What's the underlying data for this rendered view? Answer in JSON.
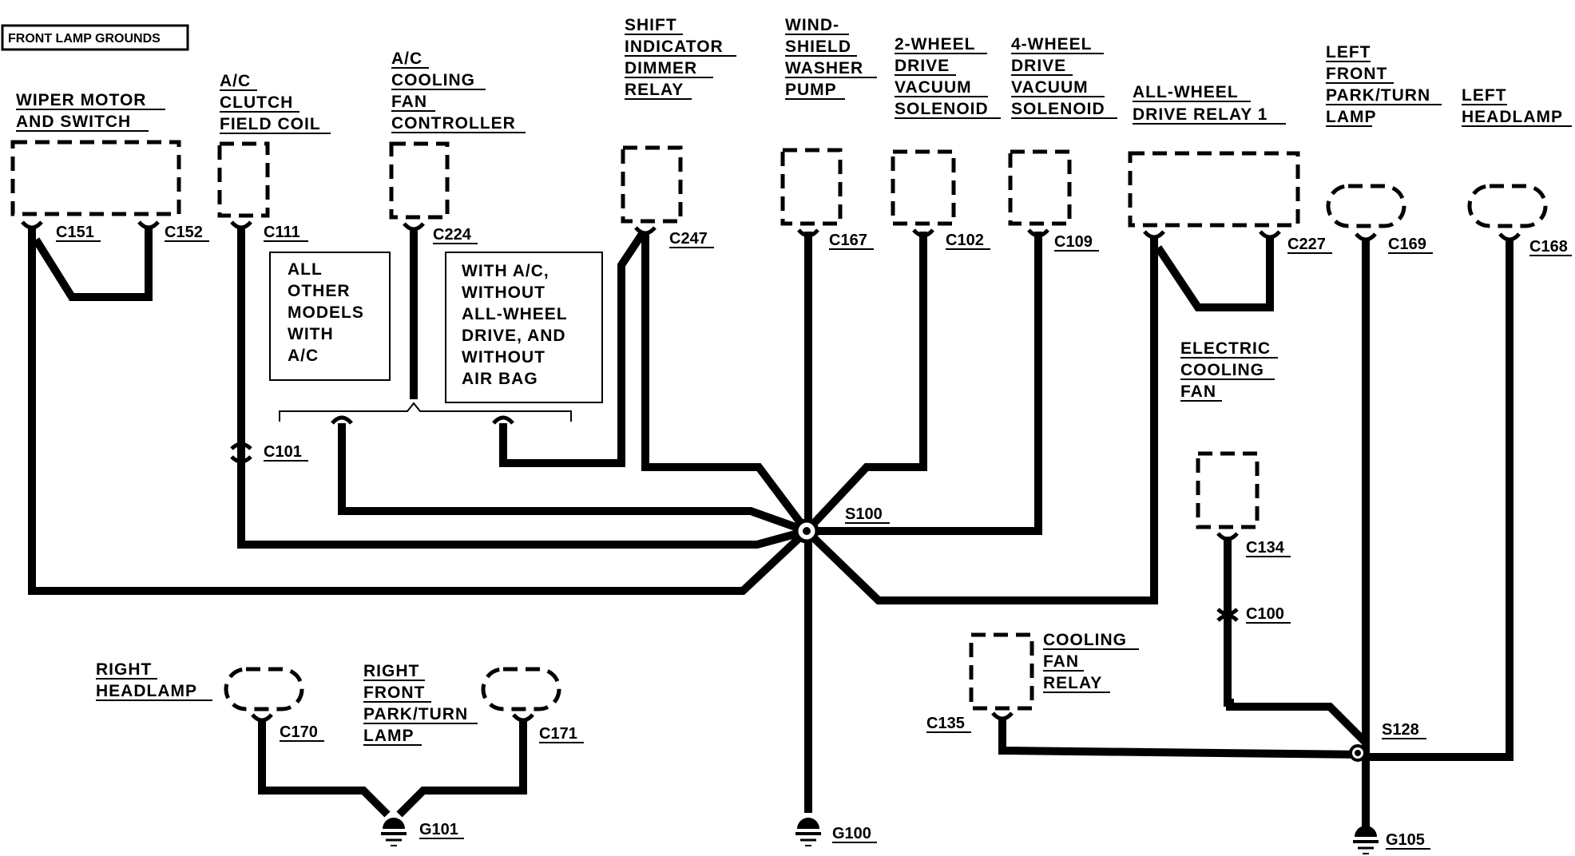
{
  "title": "FRONT LAMP GROUNDS",
  "components": {
    "wiper": [
      "WIPER MOTOR",
      "AND SWITCH"
    ],
    "ac_clutch": [
      "A/C",
      "CLUTCH",
      "FIELD COIL"
    ],
    "ac_fan": [
      "A/C",
      "COOLING",
      "FAN",
      "CONTROLLER"
    ],
    "shift": [
      "SHIFT",
      "INDICATOR",
      "DIMMER",
      "RELAY"
    ],
    "washer": [
      "WIND-",
      "SHIELD",
      "WASHER",
      "PUMP"
    ],
    "two_wd": [
      "2-WHEEL",
      "DRIVE",
      "VACUUM",
      "SOLENOID"
    ],
    "four_wd": [
      "4-WHEEL",
      "DRIVE",
      "VACUUM",
      "SOLENOID"
    ],
    "awd_relay": [
      "ALL-WHEEL",
      "DRIVE RELAY 1"
    ],
    "left_park": [
      "LEFT",
      "FRONT",
      "PARK/TURN",
      "LAMP"
    ],
    "left_head": [
      "LEFT",
      "HEADLAMP"
    ],
    "cooling_fan": [
      "ELECTRIC",
      "COOLING",
      "FAN"
    ],
    "fan_relay": [
      "COOLING",
      "FAN",
      "RELAY"
    ],
    "right_head": [
      "RIGHT",
      "HEADLAMP"
    ],
    "right_park": [
      "RIGHT",
      "FRONT",
      "PARK/TURN",
      "LAMP"
    ]
  },
  "notes": {
    "other_models": [
      "ALL",
      "OTHER",
      "MODELS",
      "WITH",
      "A/C"
    ],
    "with_ac": [
      "WITH A/C,",
      "WITHOUT",
      "ALL-WHEEL",
      "DRIVE, AND",
      "WITHOUT",
      "AIR BAG"
    ]
  },
  "connectors": {
    "c151": "C151",
    "c152": "C152",
    "c111": "C111",
    "c224": "C224",
    "c247": "C247",
    "c167": "C167",
    "c102": "C102",
    "c109": "C109",
    "c227": "C227",
    "c169": "C169",
    "c168": "C168",
    "c101": "C101",
    "c134": "C134",
    "c100": "C100",
    "c135": "C135",
    "c170": "C170",
    "c171": "C171"
  },
  "splices": {
    "s100": "S100",
    "s128": "S128"
  },
  "grounds": {
    "g100": "G100",
    "g101": "G101",
    "g105": "G105"
  }
}
